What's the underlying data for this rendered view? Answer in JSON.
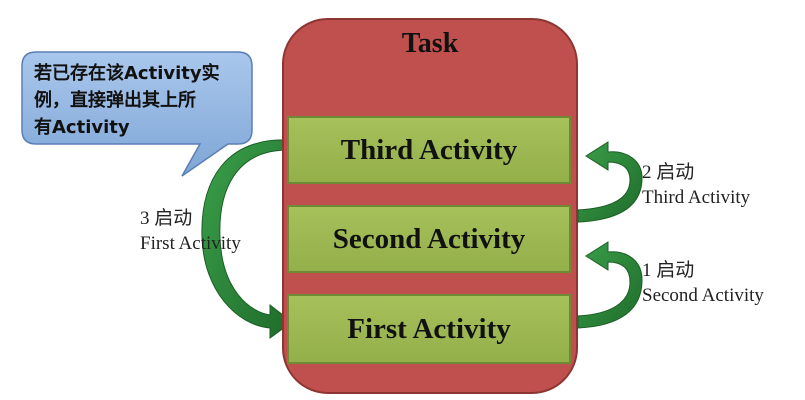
{
  "task": {
    "title": "Task"
  },
  "activities": {
    "third": "Third Activity",
    "second": "Second Activity",
    "first": "First Activity"
  },
  "callout": {
    "line1": "若已存在该Activity实",
    "line2": "例，直接弹出其上所",
    "line3": "有Activity"
  },
  "arrows": {
    "launch_first": {
      "step": "3 启动",
      "target": "First Activity"
    },
    "launch_third": {
      "step": "2 启动",
      "target": "Third Activity"
    },
    "launch_second": {
      "step": "1 启动",
      "target": "Second Activity"
    }
  },
  "colors": {
    "task_fill": "#c0504d",
    "activity_fill": "#9bbb59",
    "arrow": "#2e8b3a",
    "callout_fill": "#8eb4e3"
  }
}
